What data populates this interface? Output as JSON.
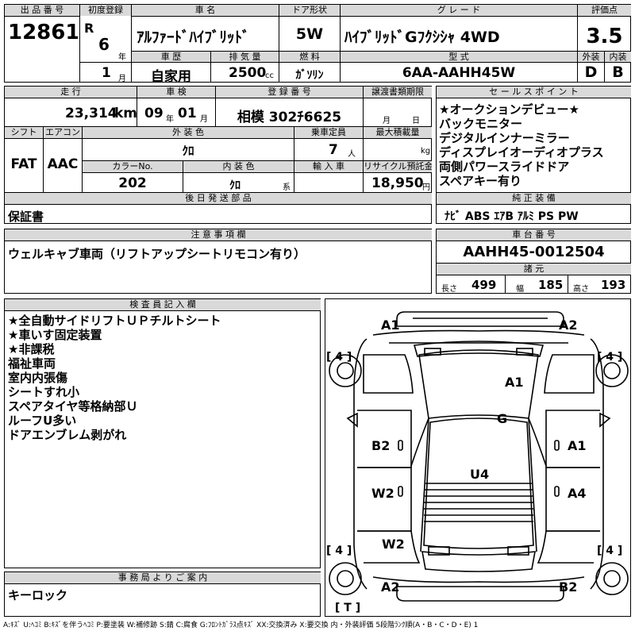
{
  "header": {
    "lot_no_label": "出 品 番 号",
    "lot_no": "12861",
    "first_reg_label": "初度登録",
    "era": "R",
    "year": "6",
    "year_unit": "年",
    "month": "1",
    "month_unit": "月",
    "car_name_label": "車 名",
    "car_name": "ｱﾙﾌｧｰﾄﾞﾊｲﾌﾞﾘｯﾄﾞ",
    "door_label": "ドア形状",
    "door": "5W",
    "grade_label": "グ レ ー ド",
    "grade": "ﾊｲﾌﾞﾘｯﾄﾞGﾌｸｼｼｬ 4WD",
    "score_label": "評価点",
    "score": "3.5",
    "history_label": "車 歴",
    "history": "自家用",
    "displacement_label": "排 気 量",
    "displacement": "2500",
    "displacement_unit": "cc",
    "fuel_label": "燃 料",
    "fuel": "ｶﾞｿﾘﾝ",
    "model_label": "型 式",
    "model": "6AA-AAHH45W",
    "exterior_label": "外装",
    "exterior_grade": "D",
    "interior_label": "内装",
    "interior_grade": "B"
  },
  "row2": {
    "mileage_label": "走 行",
    "mileage": "23,314",
    "mileage_unit": "km",
    "inspection_label": "車 検",
    "insp_year": "09",
    "insp_year_unit": "年",
    "insp_month": "01",
    "insp_month_unit": "月",
    "plate_label": "登 録 番 号",
    "plate": "相模 302ﾁ6625",
    "transfer_label": "譲渡書類期限",
    "transfer_month_unit": "月",
    "transfer_day_unit": "日",
    "shift_label": "シフト",
    "shift": "FAT",
    "ac_label": "エアコン",
    "ac": "AAC",
    "color_label": "外 装 色",
    "color": "ｸﾛ",
    "capacity_label": "乗車定員",
    "capacity": "7",
    "capacity_unit": "人",
    "load_label": "最大積載量",
    "load_unit": "kg",
    "color_no_label": "カラーNo.",
    "color_no": "202",
    "int_color_label": "内 装 色",
    "int_color": "ｸﾛ",
    "int_color_unit": "系",
    "import_label": "輸 入 車",
    "recycle_label": "リサイクル預託金",
    "recycle": "18,950",
    "recycle_unit": "円",
    "later_parts_label": "後 日 発 送 部 品",
    "later_parts": "保証書"
  },
  "sales_points": {
    "label": "セ ー ル ス ポ イ ン ト",
    "items": [
      "★オークションデビュー★",
      "バックモニター",
      "デジタルインナーミラー",
      "ディスプレイオーディオプラス",
      "両側パワースライドドア",
      "スペアキー有り"
    ]
  },
  "equipment": {
    "label": "純 正 装 備",
    "value": "ﾅﾋﾞ ABS ｴｱB ｱﾙﾐ PS PW"
  },
  "notes": {
    "label": "注 意 事 項 欄",
    "value": "ウェルキャブ車両（リフトアップシートリモコン有り）"
  },
  "chassis": {
    "label": "車 台 番 号",
    "value": "AAHH45-0012504",
    "dims_label": "諸 元",
    "length_label": "長さ",
    "length": "499",
    "width_label": "幅",
    "width": "185",
    "height_label": "高さ",
    "height": "193"
  },
  "inspector": {
    "label": "検 査 員 記 入 欄",
    "lines": [
      "★全自動サイドリフトＵＰチルトシート",
      "★車いす固定装置",
      "★非課税",
      "福祉車両",
      "室内内張傷",
      "シートすれ小",
      "スペアタイヤ等格納部Ｕ",
      "ルーフU多い",
      "ドアエンブレム剥がれ"
    ]
  },
  "office": {
    "label": "事 務 局 よ り ご 案 内",
    "value": "キーロック"
  },
  "diagram": {
    "marks": {
      "front_left": "A1",
      "front_right": "A2",
      "hood": "A1",
      "roof": "G",
      "left_front_door": "B2",
      "right_front_door": "A1",
      "rear_area": "U4",
      "left_rear_door": "W2",
      "right_rear_door": "A4",
      "left_rear_quarter": "W2",
      "rear_left": "A2",
      "rear_right": "B2"
    },
    "tires": {
      "front_left": "[ 4 ]",
      "front_right": "[ 4 ]",
      "rear_left": "[ 4 ]",
      "rear_right": "[ 4 ]",
      "spare": "[ T ]"
    }
  },
  "footer": {
    "legend": "A:ｷｽﾞ U:ﾍｺﾐ B:ｷｽﾞを伴うﾍｺﾐ P:要塗装 W:補修跡 S:錆 C:腐食 G:ﾌﾛﾝﾄｶﾞﾗｽ点ｷｽﾞ XX:交換済み X:要交換 内・外装評価 5段階ﾗﾝｸ順(A・B・C・D・E) 1"
  }
}
